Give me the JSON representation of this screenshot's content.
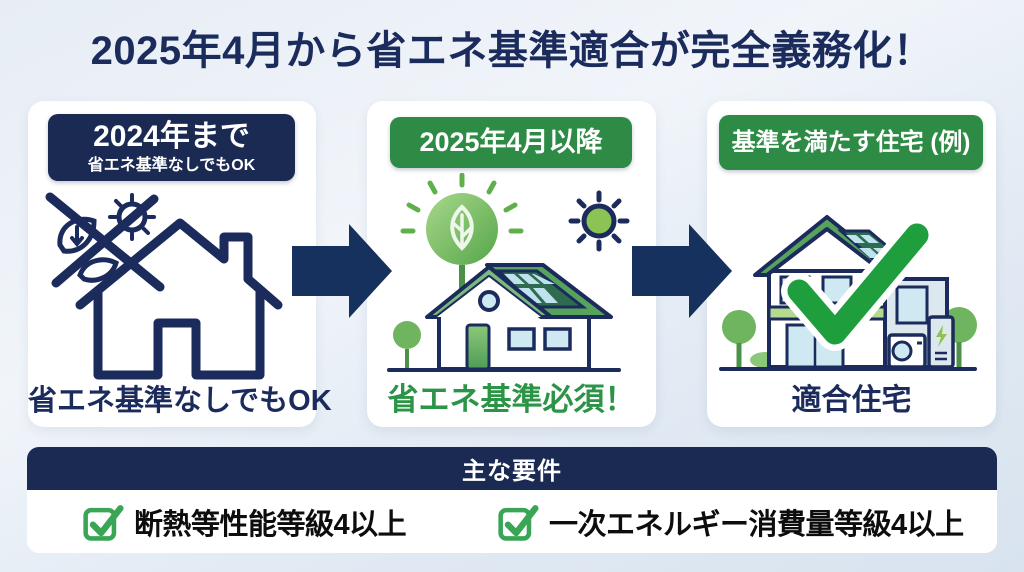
{
  "title": "2025年4月から省エネ基準適合が完全義務化！",
  "panels": {
    "before": {
      "badge_title": "2024年まで",
      "badge_subtitle": "省エネ基準なしでもOK",
      "caption": "省エネ基準なしでもOK"
    },
    "after": {
      "badge_title": "2025年4月以降",
      "caption": "省エネ基準必須！"
    },
    "example": {
      "badge_title": "基準を満たす住宅 (例)",
      "caption": "適合住宅"
    }
  },
  "requirements": {
    "header": "主な要件",
    "items": [
      {
        "label": "断熱等性能等級4以上"
      },
      {
        "label": "一次エネルギー消費量等級4以上"
      }
    ]
  },
  "colors": {
    "navy": "#1a2a52",
    "navy_text": "#1b2b5c",
    "arrow_navy": "#16315d",
    "badge_green": "#2e8b45",
    "caption_green": "#2c9447",
    "check_green": "#1f9e3d",
    "checkbox_green": "#3aa655",
    "background_light": "#f1f5fa",
    "background_dark": "#d8e3ef",
    "card_white": "#ffffff",
    "checklist_text": "#0d0d0d"
  },
  "icons": {
    "banned_energy": "crossed-out-leaf-and-sun",
    "house_outline": "navy-house-outline",
    "eco_tree": "round-tree-with-leaf-and-rays",
    "sun": "sun",
    "solar_house": "green-roof-house-with-solar-panels",
    "flow_arrow": "right-arrow",
    "compliant_house": "two-story-eco-house",
    "big_check": "green-checkmark",
    "checkbox": "green-checked-checkbox"
  }
}
